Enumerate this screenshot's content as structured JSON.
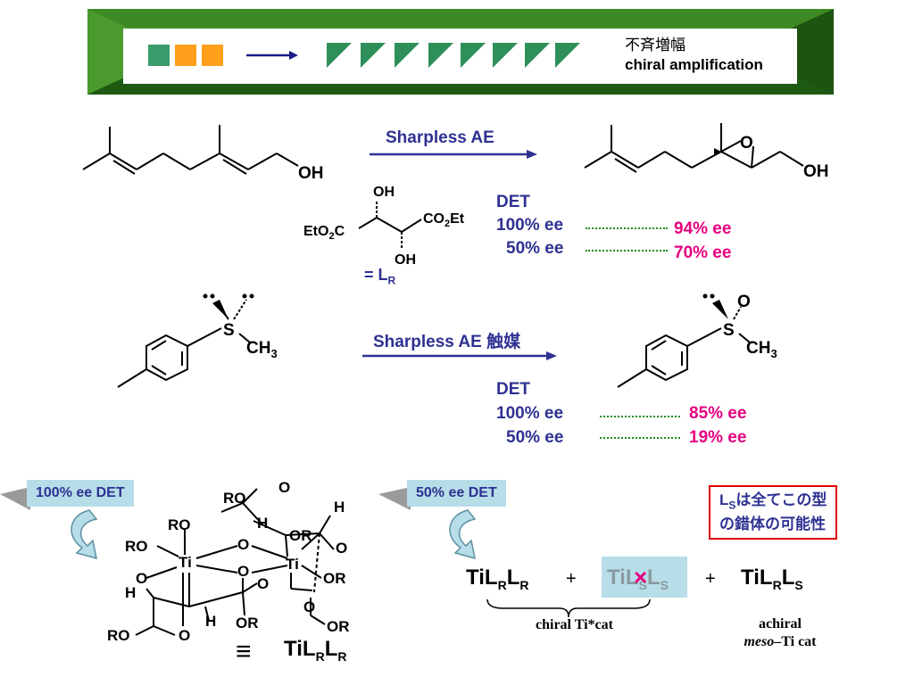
{
  "banner": {
    "arrow_icon": "right-arrow-icon",
    "colors": {
      "frame": "#2b6e16",
      "small_square_1": "#3b9a6a",
      "small_square_2": "#ff9f1a",
      "small_square_3": "#ff9f1a",
      "triangle": "#2f8f5a"
    },
    "label_jp": "不斉増幅",
    "label_en": "chiral amplification"
  },
  "reaction1": {
    "reagent_label": "Sharpless AE",
    "product_oxygen": "O",
    "substrate_oh": "OH",
    "product_oh": "OH",
    "det_header": "DET",
    "rows": [
      {
        "input": "100% ee",
        "output": "94% ee"
      },
      {
        "input": "50% ee",
        "output": "70% ee"
      }
    ],
    "ligand": {
      "oh_top": "OH",
      "oh_bottom": "OH",
      "left_group": "EtO",
      "left_group_sub": "2",
      "left_group_tail": "C",
      "right_group": "CO",
      "right_group_sub": "2",
      "right_group_tail": "Et",
      "equals_label": "= L",
      "equals_sub": "R"
    }
  },
  "reaction2": {
    "reagent_label": "Sharpless AE 触媒",
    "substrate_s": "S",
    "substrate_methyl": "CH",
    "substrate_methyl_sub": "3",
    "product_s": "S",
    "product_o": "O",
    "product_methyl": "CH",
    "product_methyl_sub": "3",
    "det_header": "DET",
    "rows": [
      {
        "input": "100% ee",
        "output": "85% ee"
      },
      {
        "input": "50% ee",
        "output": "19% ee"
      }
    ]
  },
  "left_panel": {
    "tag": "100% ee DET",
    "complex_labels": {
      "ro_top_left": "RO",
      "ro_left": "RO",
      "ti_left": "Ti",
      "ti_right": "Ti",
      "o_bridge_top": "O",
      "o_bridge_bottom": "O",
      "o_left": "O",
      "h_left": "H",
      "h_bottom": "H",
      "ro_bottom": "RO",
      "o_bottom": "O",
      "ro_top": "RO",
      "o_top": "O",
      "h_top_mid": "H",
      "h_top_right": "H",
      "or_right_top": "OR",
      "o_right": "O",
      "or_right_mid": "OR",
      "o_right_bottom": "O",
      "or_right_bottom": "OR",
      "o_center": "O",
      "or_center": "OR"
    },
    "equiv_symbol": "≡",
    "formula": {
      "prefix": "TiL",
      "s1": "R",
      "mid": "L",
      "s2": "R"
    }
  },
  "right_panel": {
    "tag": "50% ee DET",
    "term1": {
      "prefix": "TiL",
      "s1": "R",
      "mid": "L",
      "s2": "R"
    },
    "plus1": "+",
    "term2": {
      "prefix": "TiL",
      "s1": "S",
      "mid": "L",
      "s2": "S"
    },
    "cross_mark": "×",
    "plus2": "+",
    "term3": {
      "prefix": "TiL",
      "s1": "R",
      "mid": "L",
      "s2": "S"
    },
    "chiral_label": "chiral Ti*cat",
    "achiral_label_1": "achiral",
    "achiral_label_2_italic": "meso",
    "achiral_label_2_rest": "–Ti cat",
    "note": {
      "prefix": "L",
      "sub": "S",
      "line1_rest": "は全てこの型",
      "line2": "の錯体の可能性"
    }
  }
}
